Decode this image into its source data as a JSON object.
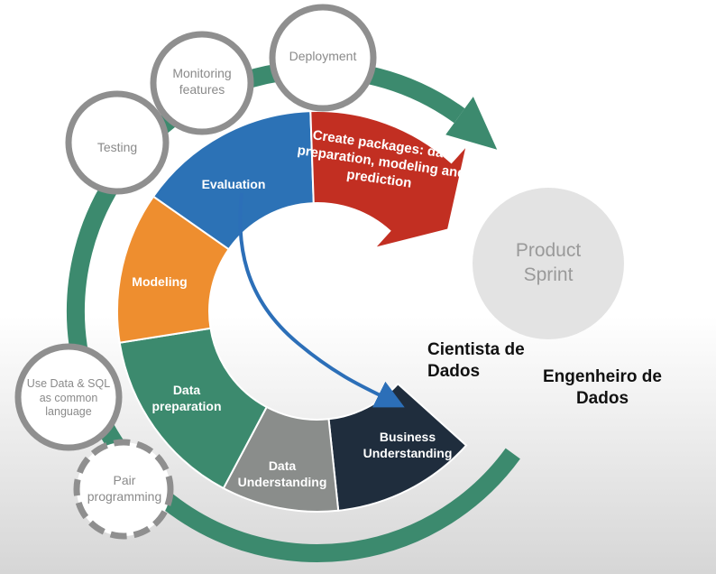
{
  "phases": {
    "evaluation": "Evaluation",
    "modeling": "Modeling",
    "data_preparation": [
      "Data",
      "preparation"
    ],
    "data_understanding": [
      "Data",
      "Understanding"
    ],
    "business_understanding": [
      "Business",
      "Understanding"
    ]
  },
  "create_packages": [
    "Create packages: data",
    "preparation, modeling and",
    "prediction"
  ],
  "product_sprint": [
    "Product",
    "Sprint"
  ],
  "practices": {
    "deployment": "Deployment",
    "monitoring": [
      "Monitoring",
      "features"
    ],
    "testing": "Testing",
    "common_language": [
      "Use Data & SQL",
      "as common",
      "language"
    ],
    "pair_programming": [
      "Pair",
      "programming"
    ]
  },
  "roles": {
    "cientista": [
      "Cientista de",
      "Dados"
    ],
    "engenheiro": [
      "Engenheiro de",
      "Dados"
    ]
  },
  "colors": {
    "evaluation": "#2c72b6",
    "modeling": "#ee8e2f",
    "data_preparation": "#3c8a6e",
    "data_understanding": "#8a8d8b",
    "business_understanding": "#1f2d3d",
    "create_packages": "#c22f22",
    "outer_ring": "#3c8a6e",
    "inner_arrow": "#2c6fb8",
    "practice_stroke": "#8f8f8f",
    "product_sprint": "#e3e3e3"
  }
}
